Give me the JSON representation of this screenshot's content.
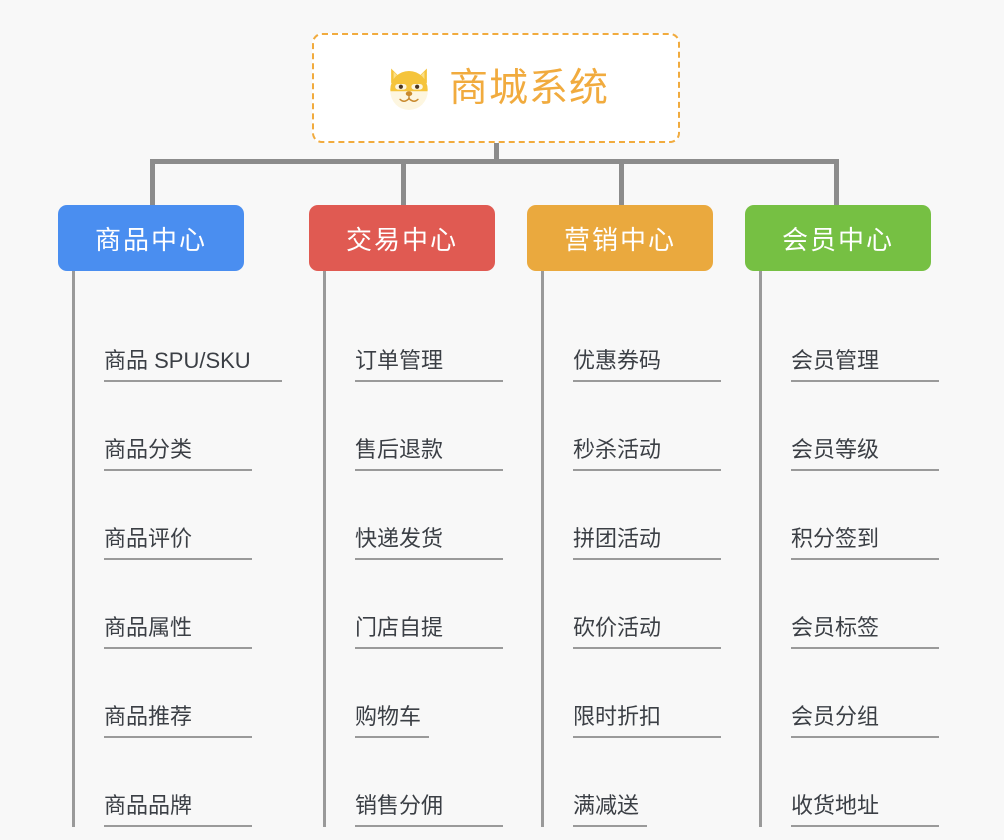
{
  "root": {
    "title": "商城系统",
    "icon": "shiba-dog-face-emoji",
    "border_color": "#f1ab3e",
    "text_color": "#f1ab3e"
  },
  "canvas": {
    "background_color": "#f8f8f8",
    "connector_color": "#8c8c8c",
    "leaf_line_color": "#9a9a9a",
    "leaf_text_color": "#3b3f45"
  },
  "columns": [
    {
      "title": "商品中心",
      "color": "#4a8ef0",
      "items": [
        "商品 SPU/SKU",
        "商品分类",
        "商品评价",
        "商品属性",
        "商品推荐",
        "商品品牌"
      ]
    },
    {
      "title": "交易中心",
      "color": "#e05a52",
      "items": [
        "订单管理",
        "售后退款",
        "快递发货",
        "门店自提",
        "购物车",
        "销售分佣"
      ]
    },
    {
      "title": "营销中心",
      "color": "#eaa93e",
      "items": [
        "优惠券码",
        "秒杀活动",
        "拼团活动",
        "砍价活动",
        "限时折扣",
        "满减送"
      ]
    },
    {
      "title": "会员中心",
      "color": "#76c043",
      "items": [
        "会员管理",
        "会员等级",
        "积分签到",
        "会员标签",
        "会员分组",
        "收货地址"
      ]
    }
  ]
}
